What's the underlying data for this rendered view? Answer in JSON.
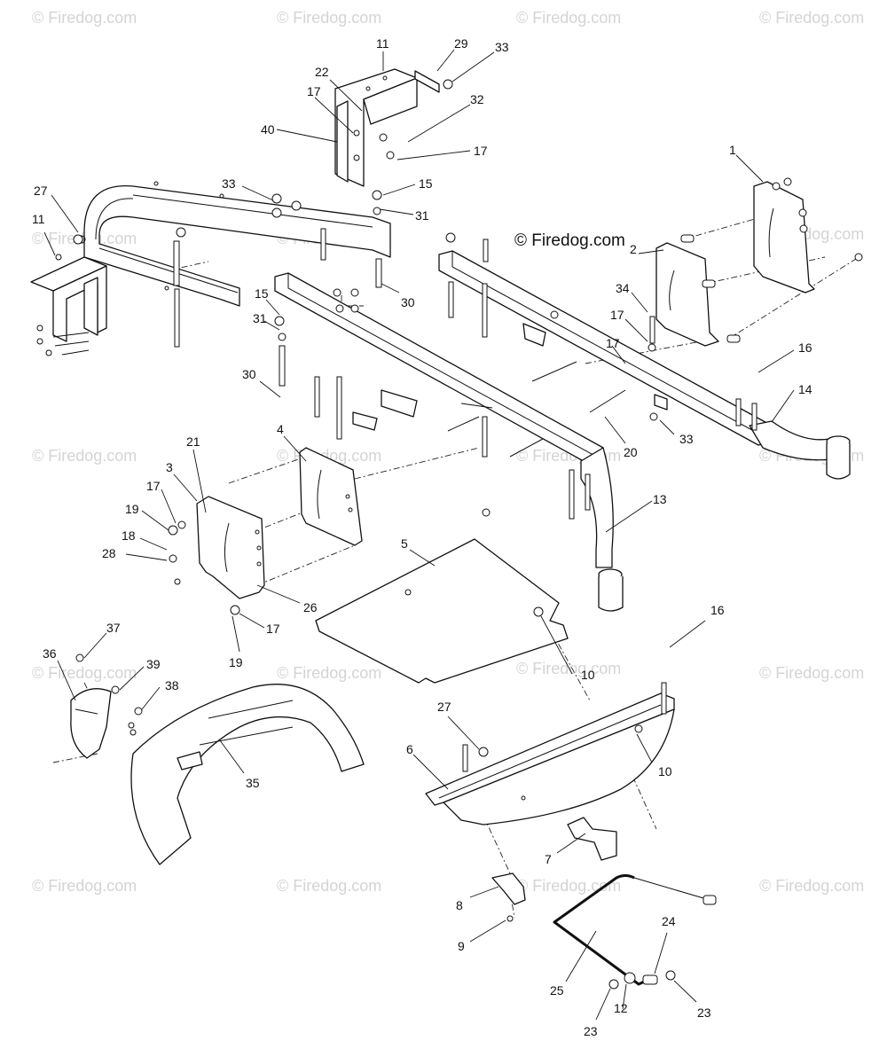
{
  "brand": "© Firedog.com",
  "watermark": "© Firedog.com",
  "callouts": [
    {
      "id": "c11a",
      "label": "11"
    },
    {
      "id": "c22",
      "label": "22"
    },
    {
      "id": "c29",
      "label": "29"
    },
    {
      "id": "c33a",
      "label": "33"
    },
    {
      "id": "c32",
      "label": "32"
    },
    {
      "id": "c17a",
      "label": "17"
    },
    {
      "id": "c40",
      "label": "40"
    },
    {
      "id": "c17b",
      "label": "17"
    },
    {
      "id": "c1",
      "label": "1"
    },
    {
      "id": "c27a",
      "label": "27"
    },
    {
      "id": "c33b",
      "label": "33"
    },
    {
      "id": "c15a",
      "label": "15"
    },
    {
      "id": "c31a",
      "label": "31"
    },
    {
      "id": "c11b",
      "label": "11"
    },
    {
      "id": "c2",
      "label": "2"
    },
    {
      "id": "c30a",
      "label": "30"
    },
    {
      "id": "c34",
      "label": "34"
    },
    {
      "id": "c15b",
      "label": "15"
    },
    {
      "id": "c31b",
      "label": "31"
    },
    {
      "id": "c17c",
      "label": "17"
    },
    {
      "id": "c17d",
      "label": "17"
    },
    {
      "id": "c16a",
      "label": "16"
    },
    {
      "id": "c30b",
      "label": "30"
    },
    {
      "id": "c14",
      "label": "14"
    },
    {
      "id": "c33c",
      "label": "33"
    },
    {
      "id": "c20",
      "label": "20"
    },
    {
      "id": "c4",
      "label": "4"
    },
    {
      "id": "c21",
      "label": "21"
    },
    {
      "id": "c3",
      "label": "3"
    },
    {
      "id": "c17e",
      "label": "17"
    },
    {
      "id": "c19a",
      "label": "19"
    },
    {
      "id": "c18",
      "label": "18"
    },
    {
      "id": "c28",
      "label": "28"
    },
    {
      "id": "c13",
      "label": "13"
    },
    {
      "id": "c5",
      "label": "5"
    },
    {
      "id": "c26",
      "label": "26"
    },
    {
      "id": "c17f",
      "label": "17"
    },
    {
      "id": "c19b",
      "label": "19"
    },
    {
      "id": "c37",
      "label": "37"
    },
    {
      "id": "c36",
      "label": "36"
    },
    {
      "id": "c39",
      "label": "39"
    },
    {
      "id": "c38",
      "label": "38"
    },
    {
      "id": "c16b",
      "label": "16"
    },
    {
      "id": "c10a",
      "label": "10"
    },
    {
      "id": "c27b",
      "label": "27"
    },
    {
      "id": "c6",
      "label": "6"
    },
    {
      "id": "c35",
      "label": "35"
    },
    {
      "id": "c10b",
      "label": "10"
    },
    {
      "id": "c7",
      "label": "7"
    },
    {
      "id": "c8",
      "label": "8"
    },
    {
      "id": "c9",
      "label": "9"
    },
    {
      "id": "c24",
      "label": "24"
    },
    {
      "id": "c25",
      "label": "25"
    },
    {
      "id": "c12",
      "label": "12"
    },
    {
      "id": "c23a",
      "label": "23"
    },
    {
      "id": "c23b",
      "label": "23"
    }
  ]
}
